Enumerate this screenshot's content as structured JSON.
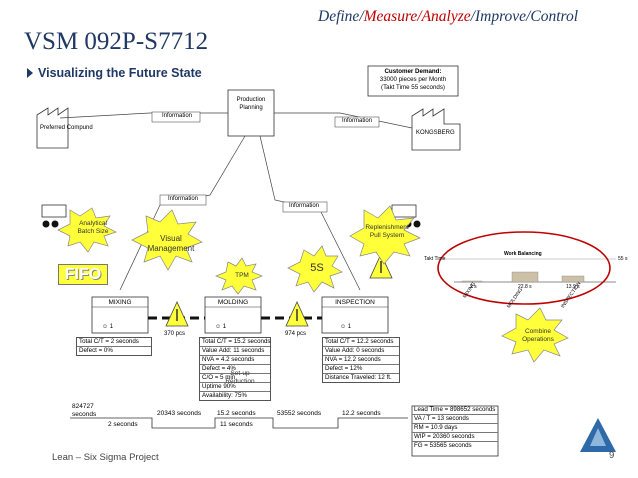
{
  "title": "VSM 092P-S7712",
  "phases": {
    "define": "Define/",
    "measure": "Measure/",
    "analyze": "Analyze",
    "rest": "/Improve/Control"
  },
  "bullet": "Visualizing the Future State",
  "footer": "Lean – Six Sigma Project",
  "page_number": "9",
  "customer_demand": {
    "title": "Customer Demand:",
    "line1": "33000 pieces per Month",
    "line2": "(Takt Time 55 seconds)"
  },
  "production_planning": "Production Planning",
  "supplier": "Preferred Compund",
  "customer": "KONGSBERG",
  "information_label": "Information",
  "processes": [
    {
      "name": "MIXING",
      "operators": "1",
      "data": [
        "Total C/T = 2 seconds",
        "Defect = 0%"
      ]
    },
    {
      "name": "MOLDING",
      "operators": "1",
      "data": [
        "Total C/T = 15.2 seconds",
        "Value Add: 11 seconds",
        "NVA = 4.2 seconds",
        "Defect = 4%",
        "C/O = 5 min",
        "Uptime 90%",
        "Availability: 75%"
      ]
    },
    {
      "name": "INSPECTION",
      "operators": "1",
      "data": [
        "Total C/T = 12.2 seconds",
        "Value Add: 0 seconds",
        "NVA = 12.2 seconds",
        "Defect = 12%",
        "Distance Traveled: 12 ft."
      ]
    }
  ],
  "inventory": [
    {
      "label": "370 pcs"
    },
    {
      "label": "974 pcs"
    }
  ],
  "kaizen_bursts": {
    "analytical": "Analytical Batch Size",
    "visual": "Visual Management",
    "tpm": "TPM",
    "fives": "5S",
    "replenishment": "Replenishment Pull System",
    "setup": "Set-up Reduction",
    "combine": "Combine Operations"
  },
  "fifo": "FIFO",
  "timeline": {
    "top": [
      "824727 seconds",
      "20343 seconds",
      "15.2 seconds",
      "53552 seconds",
      "12.2 seconds"
    ],
    "bottom": [
      "2 seconds",
      "11 seconds"
    ]
  },
  "summary": [
    "Lead Time = 898652 seconds",
    "VA / T = 13 seconds",
    "RM = 10.9 days",
    "WIP = 20360 seconds",
    "FG = 53565 seconds"
  ],
  "work_balancing": {
    "title": "Work Balancing",
    "takt_label": "Takt Time",
    "takt_value": "55 s",
    "bars": [
      {
        "label": "MIXING",
        "value": 2,
        "value_label": "2 s"
      },
      {
        "label": "MOLDING",
        "value": 22.8,
        "value_label": "22.8 s"
      },
      {
        "label": "INSPECTION",
        "value": 13.9,
        "value_label": "13.9 s"
      }
    ]
  },
  "colors": {
    "title": "#1f3864",
    "accent": "#c00000",
    "burst": "#ffff3a",
    "balancing_bar": "#ccc0a6"
  }
}
